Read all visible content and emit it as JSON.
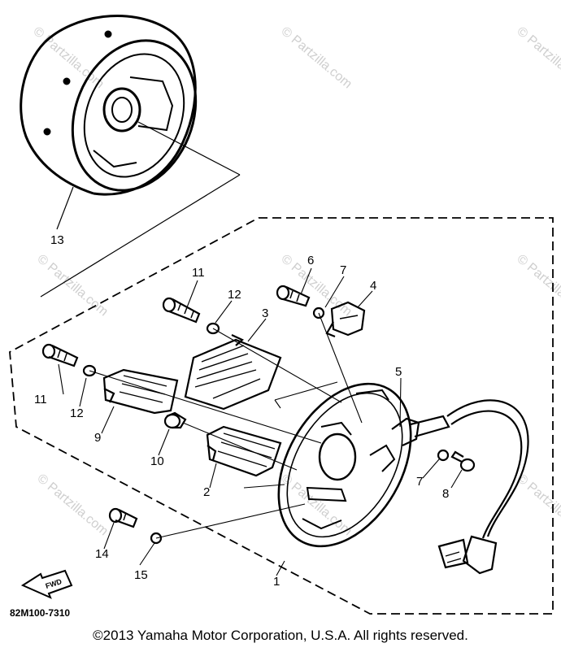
{
  "callouts": {
    "c1": "1",
    "c2": "2",
    "c3": "3",
    "c4": "4",
    "c5": "5",
    "c6": "6",
    "c7a": "7",
    "c7b": "7",
    "c8": "8",
    "c9": "9",
    "c10": "10",
    "c11a": "11",
    "c11b": "11",
    "c12a": "12",
    "c12b": "12",
    "c13": "13",
    "c14": "14",
    "c15": "15"
  },
  "diagram_code": "82M100-7310",
  "fwd_label": "FWD",
  "watermark": "© Partzilla.com",
  "copyright": "©2013  Yamaha Motor Corporation, U.S.A. All rights reserved.",
  "colors": {
    "ink": "#000000",
    "watermark": "#cfcfcf",
    "background": "#ffffff"
  }
}
